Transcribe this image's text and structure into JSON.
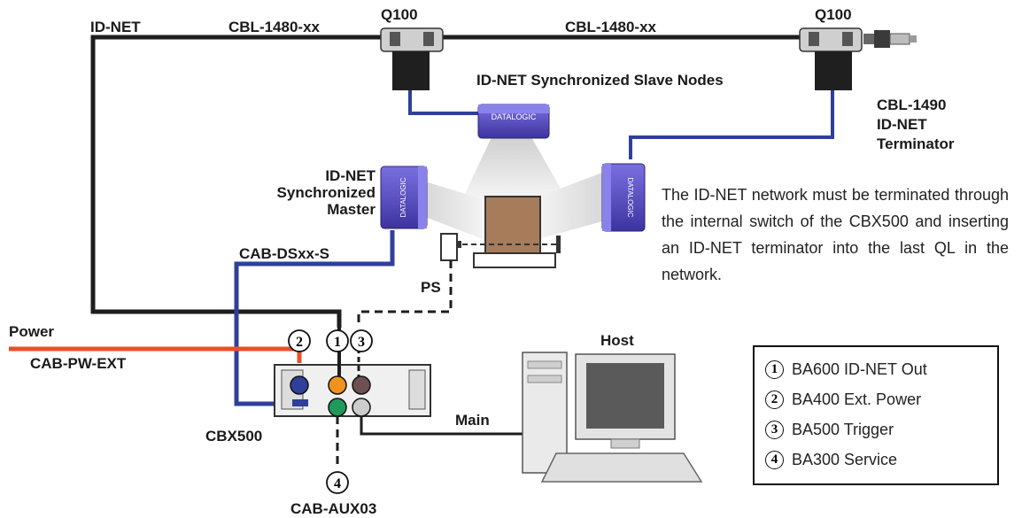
{
  "labels": {
    "id_net": "ID-NET",
    "cbl1480_left": "CBL-1480-xx",
    "cbl1480_right": "CBL-1480-xx",
    "q100_left": "Q100",
    "q100_right": "Q100",
    "slave_nodes": "ID-NET Synchronized Slave Nodes",
    "cbl1490": "CBL-1490",
    "id_net_term1": "ID-NET",
    "id_net_term2": "Terminator",
    "master1": "ID-NET",
    "master2": "Synchronized",
    "master3": "Master",
    "cab_ds": "CAB-DSxx-S",
    "ps": "PS",
    "power": "Power",
    "cab_pw": "CAB-PW-EXT",
    "cbx500": "CBX500",
    "host": "Host",
    "main": "Main",
    "cab_aux": "CAB-AUX03",
    "datalogic": "DATALOGIC"
  },
  "ports": {
    "p1": "1",
    "p2": "2",
    "p3": "3",
    "p4": "4"
  },
  "note": "The ID-NET network must be terminated through the internal switch of the CBX500 and inserting an ID-NET terminator into the last QL in the network.",
  "legend": [
    {
      "num": "1",
      "text": "BA600 ID-NET Out"
    },
    {
      "num": "2",
      "text": "BA400 Ext. Power"
    },
    {
      "num": "3",
      "text": "BA500 Trigger"
    },
    {
      "num": "4",
      "text": "BA300 Service"
    }
  ],
  "colors": {
    "id_net_cable": "#1e1e1e",
    "data_cable": "#2f3f9a",
    "power_cable": "#e8502a",
    "scanner_body": "#5a4fc6",
    "box": "#a67c5b"
  }
}
